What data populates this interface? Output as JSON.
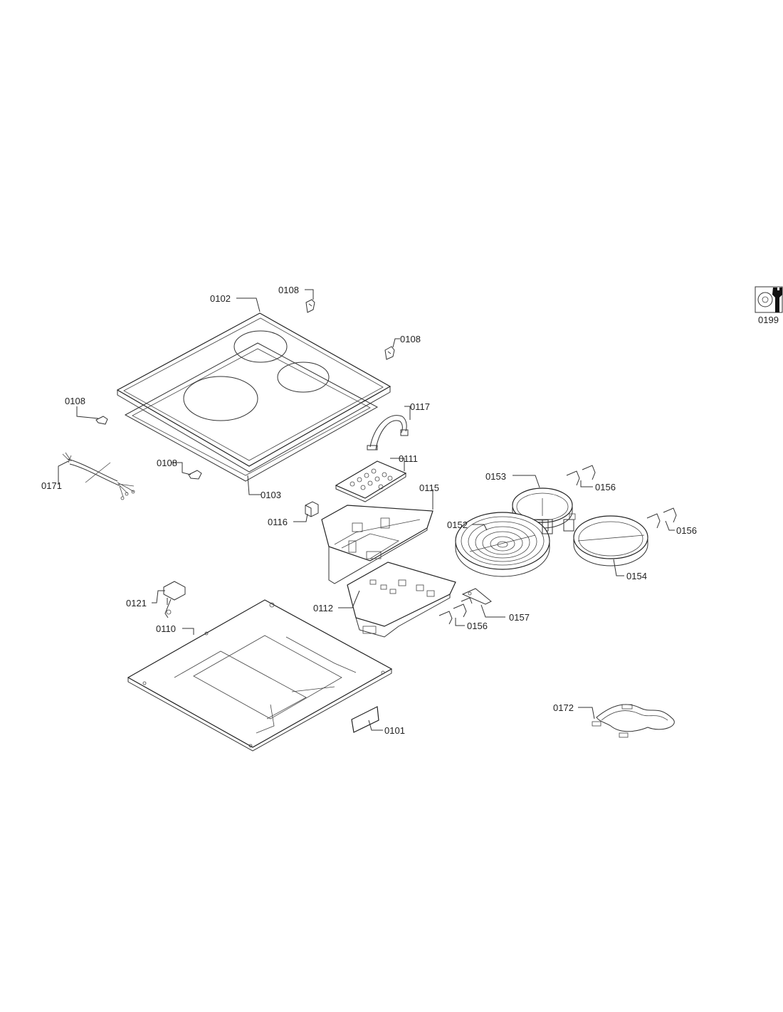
{
  "labels": {
    "p0102": "0102",
    "p0108_a": "0108",
    "p0108_b": "0108",
    "p0108_c": "0108",
    "p0108_d": "0108",
    "p0117": "0117",
    "p0111": "0111",
    "p0115": "0115",
    "p0116": "0116",
    "p0103": "0103",
    "p0171": "0171",
    "p0153": "0153",
    "p0156_a": "0156",
    "p0156_b": "0156",
    "p0156_c": "0156",
    "p0152": "0152",
    "p0154": "0154",
    "p0157": "0157",
    "p0112": "0112",
    "p0121": "0121",
    "p0110": "0110",
    "p0101": "0101",
    "p0172": "0172",
    "p0199": "0199"
  },
  "icons": {
    "service_icon": "wrench-icon"
  }
}
